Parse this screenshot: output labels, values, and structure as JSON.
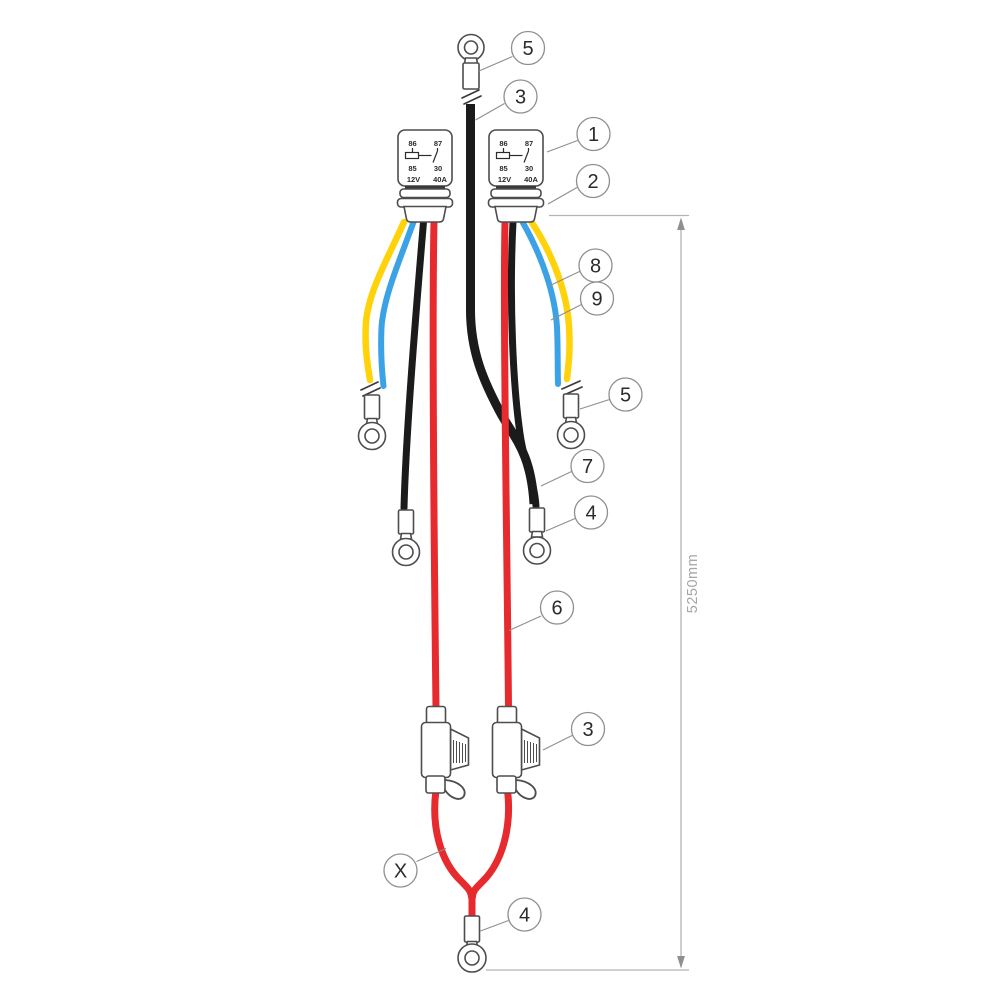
{
  "relay_label": {
    "pin_86": "86",
    "pin_87": "87",
    "pin_85": "85",
    "pin_30": "30",
    "voltage": "12V",
    "current": "40A"
  },
  "dimension": {
    "length": "5250mm"
  },
  "callouts": {
    "top_ring_terminal": "5",
    "top_black_wire": "3",
    "relay": "1",
    "relay_socket": "2",
    "yellow_wire": "8",
    "blue_wire": "9",
    "mid_ring_terminal": "5",
    "black_wire_pair": "7",
    "black_ring_terminal": "4",
    "red_power_wire": "6",
    "fuse_holder": "3",
    "wire_splice": "X",
    "bottom_ring_terminal": "4"
  },
  "colors": {
    "wire_red": "#E62A2E",
    "wire_black": "#1B1B1B",
    "wire_blue": "#3BA2E5",
    "wire_yellow": "#FFD20A",
    "component_outline": "#4D4D4D",
    "callout_stroke": "#8F8F8F",
    "callout_text": "#2B2B2B",
    "dimension_gray": "#ABABAB"
  }
}
